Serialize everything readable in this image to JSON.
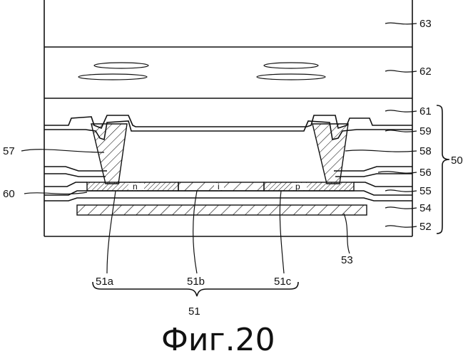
{
  "figure": {
    "caption": "Фиг.20"
  },
  "layer_labels": {
    "l63": "63",
    "l62": "62",
    "l61": "61",
    "l59": "59",
    "l58": "58",
    "l57": "57",
    "l56": "56",
    "l55": "55",
    "l54": "54",
    "l52": "52",
    "l53": "53",
    "l60": "60",
    "l50": "50"
  },
  "region_labels": {
    "n": "n",
    "i": "i",
    "p": "p"
  },
  "semiconductor_labels": {
    "a": "51a",
    "b": "51b",
    "c": "51c",
    "group": "51"
  },
  "colors": {
    "line": "#111111",
    "background": "#ffffff"
  }
}
